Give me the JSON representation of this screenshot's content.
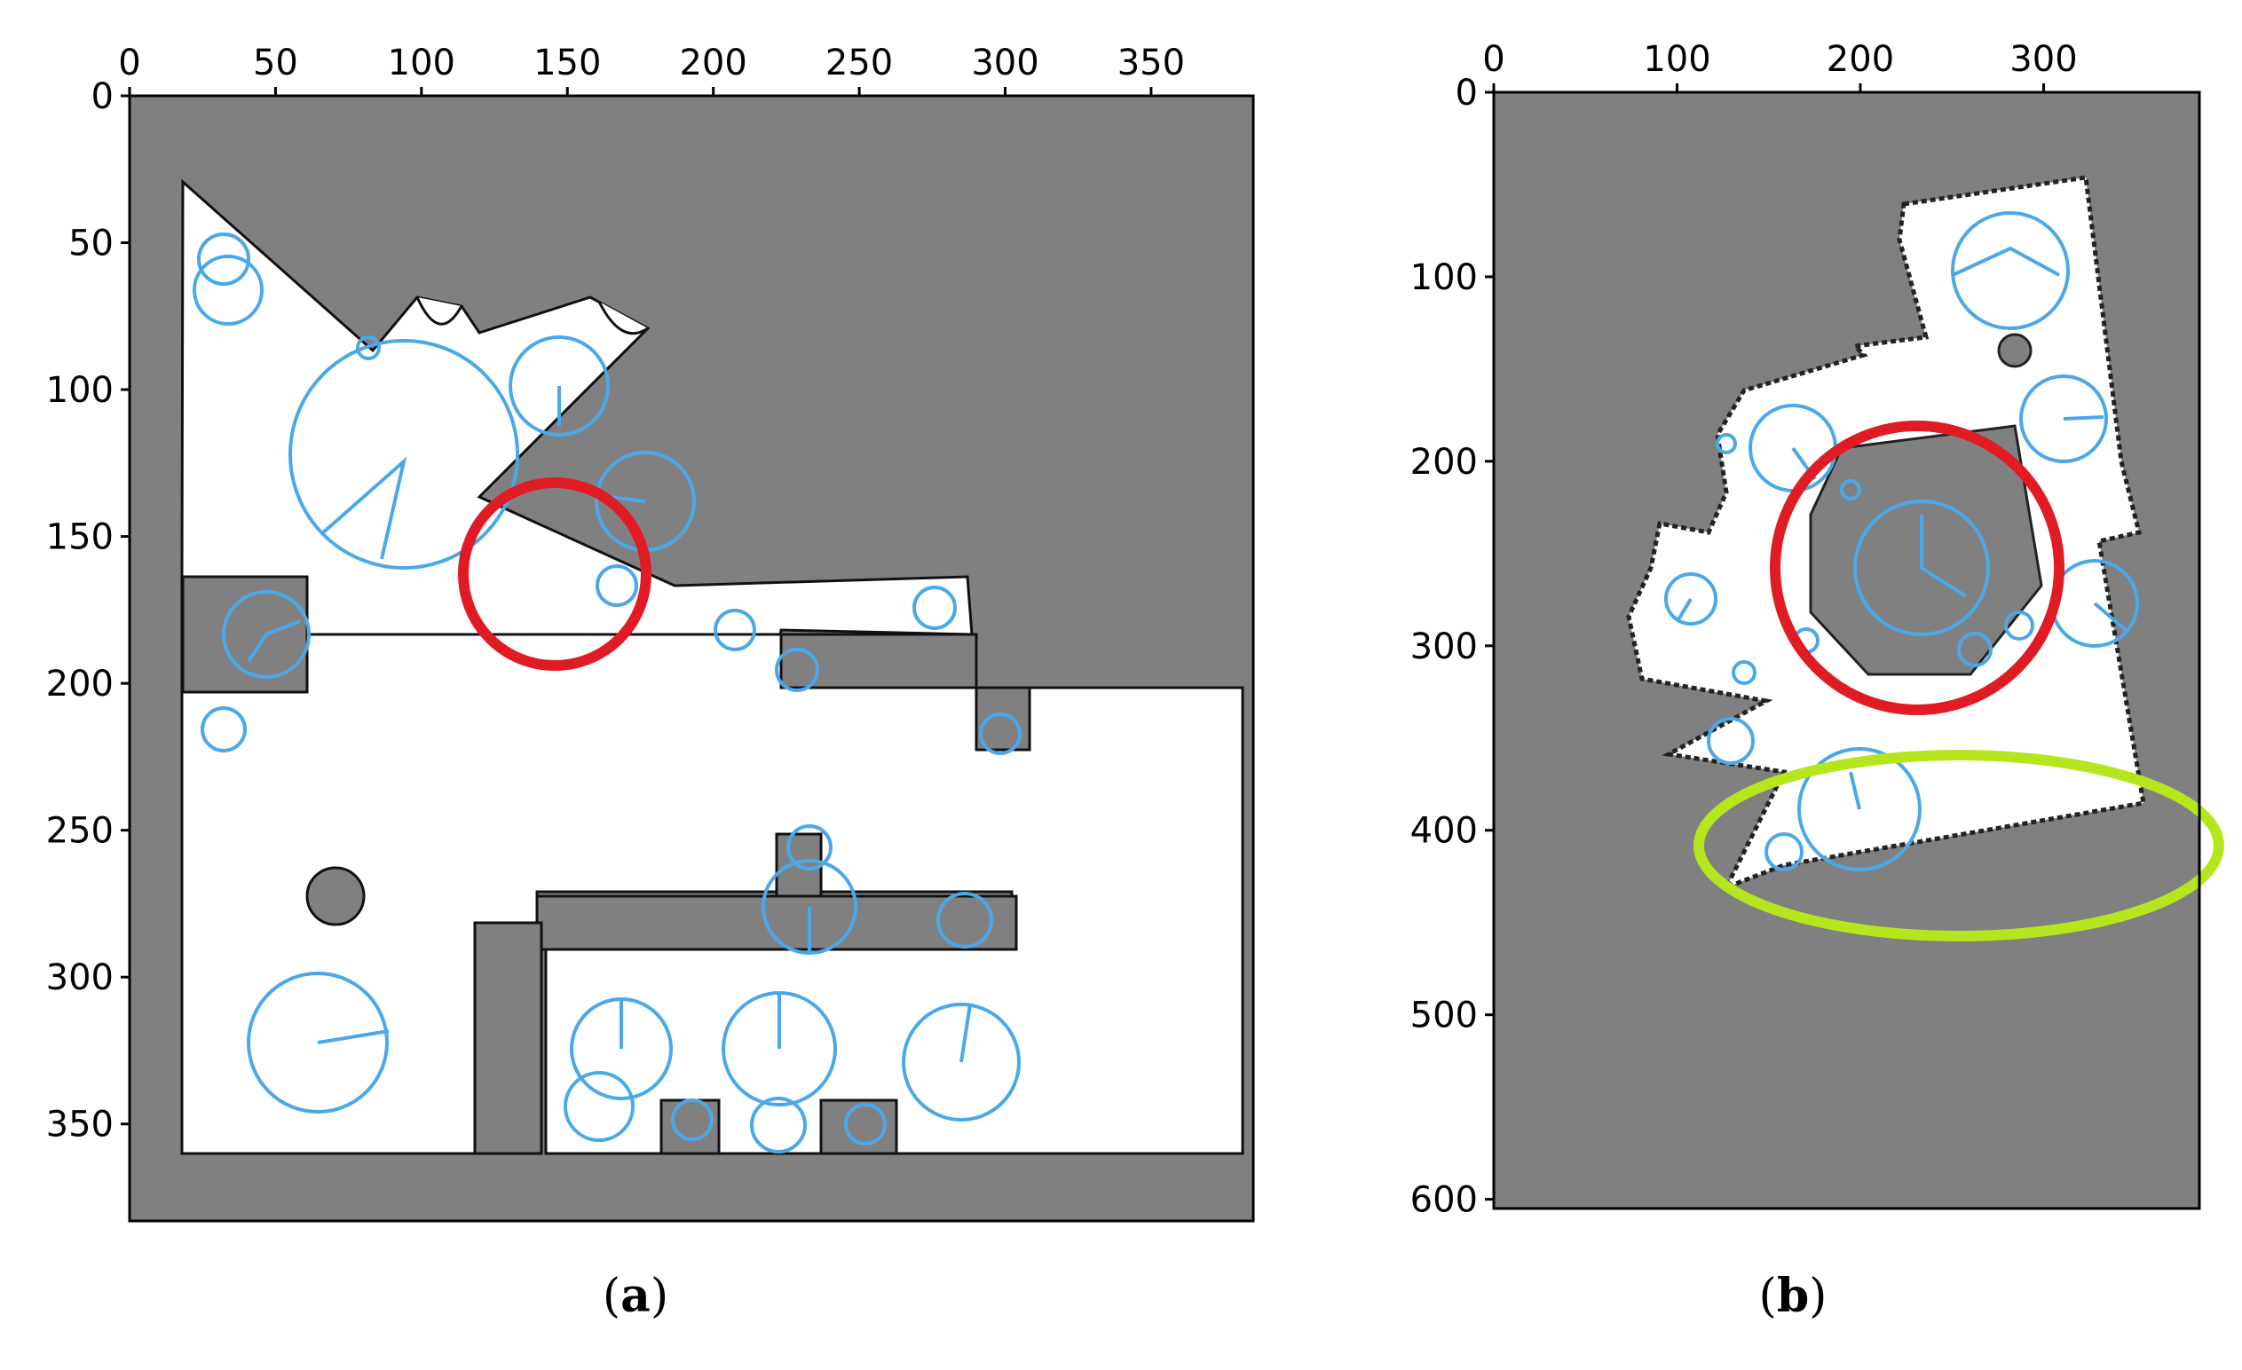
{
  "panels": [
    {
      "id": "a",
      "caption_open": "(",
      "caption_letter": "a",
      "caption_close": ")",
      "x_ticks": [
        0,
        50,
        100,
        150,
        200,
        250,
        300,
        350
      ],
      "y_ticks": [
        0,
        50,
        100,
        150,
        200,
        250,
        300,
        350
      ],
      "x_range": [
        0,
        385
      ],
      "y_range": [
        0,
        383
      ]
    },
    {
      "id": "b",
      "caption_open": "(",
      "caption_letter": "b",
      "caption_close": ")",
      "x_ticks": [
        0,
        100,
        200,
        300
      ],
      "y_ticks": [
        0,
        100,
        200,
        300,
        400,
        500,
        600
      ],
      "x_range": [
        0,
        385
      ],
      "y_range": [
        0,
        605
      ]
    }
  ],
  "colors": {
    "occupancy_unknown": "#808080",
    "free_space": "#ffffff",
    "obstacle": "#000000",
    "hypothesis_circle": "#4aa8e8",
    "highlight_red": "#e01b24",
    "highlight_green": "#b5e61d"
  }
}
